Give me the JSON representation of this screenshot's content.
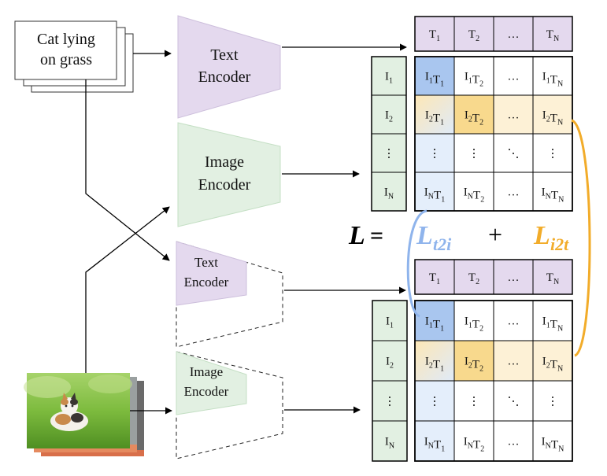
{
  "input_text": {
    "line1": "Cat lying",
    "line2": "on grass"
  },
  "encoders": {
    "text_top": {
      "line1": "Text",
      "line2": "Encoder"
    },
    "image_top": {
      "line1": "Image",
      "line2": "Encoder"
    },
    "text_bottom": {
      "line1": "Text",
      "line2": "Encoder"
    },
    "image_bottom": {
      "line1": "Image",
      "line2": "Encoder"
    }
  },
  "loss": {
    "L": "L",
    "equals": "=",
    "plus": "+",
    "t2i_main": "L",
    "t2i_sub": "t2i",
    "i2t_main": "L",
    "i2t_sub": "i2t",
    "t2i_color": "#8fb4ec",
    "i2t_color": "#f2ac2a"
  },
  "matrix": {
    "col_headers": [
      {
        "b": "T",
        "s": "1"
      },
      {
        "b": "T",
        "s": "2"
      },
      {
        "b": "…",
        "s": ""
      },
      {
        "b": "T",
        "s": "N"
      }
    ],
    "row_headers": [
      {
        "b": "I",
        "s": "1"
      },
      {
        "b": "I",
        "s": "2"
      },
      {
        "b": "⋮",
        "s": ""
      },
      {
        "b": "I",
        "s": "N"
      }
    ],
    "cells": [
      [
        {
          "p": [
            [
              "I",
              "1"
            ],
            [
              "T",
              "1"
            ]
          ]
        },
        {
          "p": [
            [
              "I",
              "1"
            ],
            [
              "T",
              "2"
            ]
          ]
        },
        {
          "t": "…"
        },
        {
          "p": [
            [
              "I",
              "1"
            ],
            [
              "T",
              "N"
            ]
          ]
        }
      ],
      [
        {
          "p": [
            [
              "I",
              "2"
            ],
            [
              "T",
              "1"
            ]
          ]
        },
        {
          "p": [
            [
              "I",
              "2"
            ],
            [
              "T",
              "2"
            ]
          ]
        },
        {
          "t": "…"
        },
        {
          "p": [
            [
              "I",
              "2"
            ],
            [
              "T",
              "N"
            ]
          ]
        }
      ],
      [
        {
          "t": "⋮"
        },
        {
          "t": "⋮"
        },
        {
          "t": "⋱"
        },
        {
          "t": "⋮"
        }
      ],
      [
        {
          "p": [
            [
              "I",
              "N"
            ],
            [
              "T",
              "1"
            ]
          ]
        },
        {
          "p": [
            [
              "I",
              "N"
            ],
            [
              "T",
              "2"
            ]
          ]
        },
        {
          "t": "…"
        },
        {
          "p": [
            [
              "I",
              "N"
            ],
            [
              "T",
              "N"
            ]
          ]
        }
      ]
    ]
  },
  "colors": {
    "purple_fill": "#e4d9ee",
    "green_fill": "#e2f0e2",
    "blue_cell": "#a9c6ef",
    "blue_light": "#e4eefb",
    "orange_cell": "#f8d98d",
    "orange_light": "#fdf1d6"
  }
}
